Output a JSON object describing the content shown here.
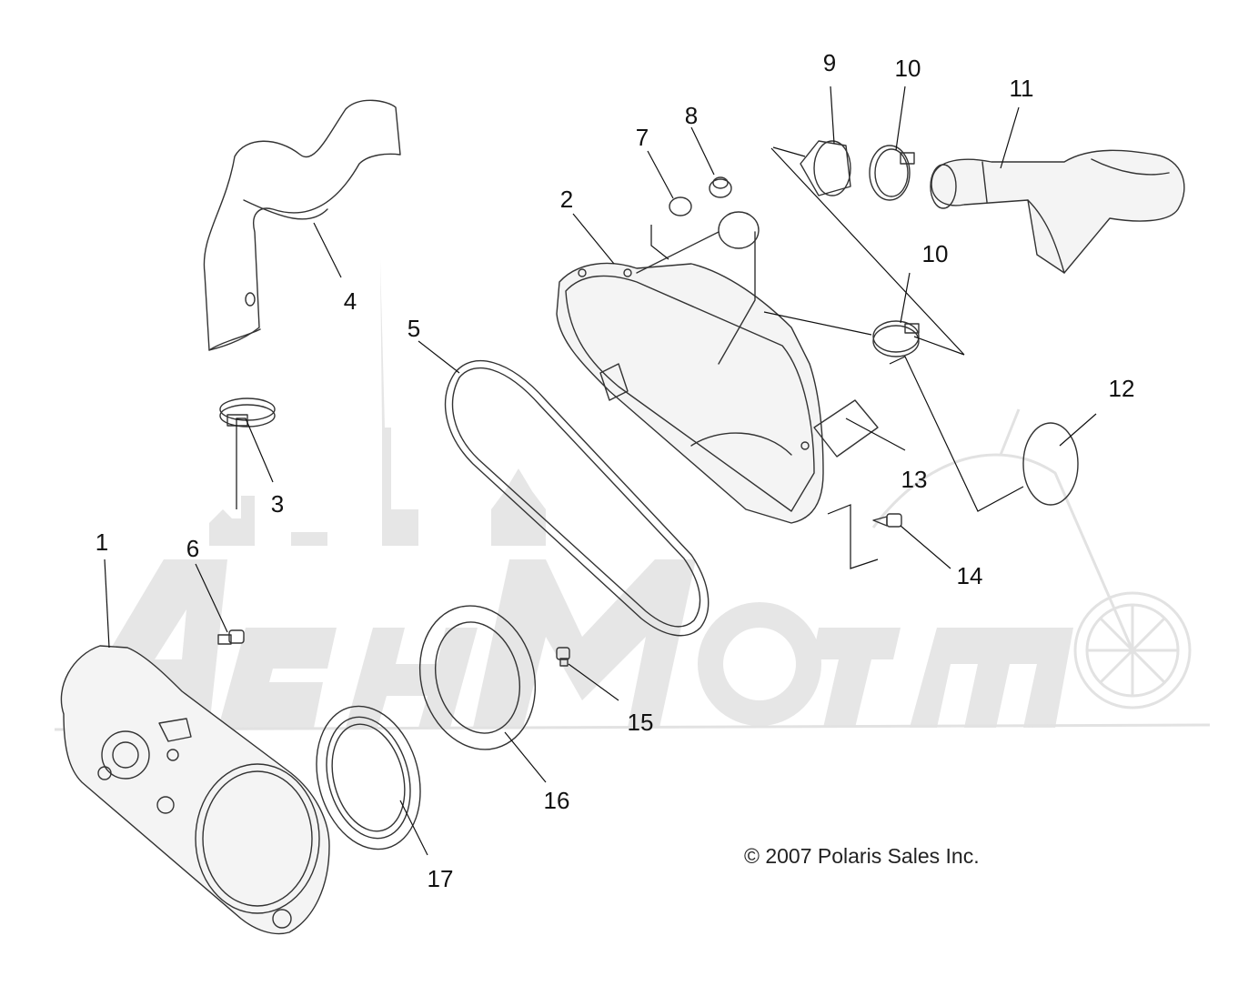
{
  "callouts": [
    {
      "id": "c1",
      "label": "1"
    },
    {
      "id": "c2",
      "label": "2"
    },
    {
      "id": "c3",
      "label": "3"
    },
    {
      "id": "c4",
      "label": "4"
    },
    {
      "id": "c5",
      "label": "5"
    },
    {
      "id": "c6",
      "label": "6"
    },
    {
      "id": "c7",
      "label": "7"
    },
    {
      "id": "c8",
      "label": "8"
    },
    {
      "id": "c9",
      "label": "9"
    },
    {
      "id": "c10a",
      "label": "10"
    },
    {
      "id": "c10b",
      "label": "10"
    },
    {
      "id": "c11",
      "label": "11"
    },
    {
      "id": "c12",
      "label": "12"
    },
    {
      "id": "c13",
      "label": "13"
    },
    {
      "id": "c14",
      "label": "14"
    },
    {
      "id": "c15",
      "label": "15"
    },
    {
      "id": "c16",
      "label": "16"
    },
    {
      "id": "c17",
      "label": "17"
    }
  ],
  "copyright": "© 2007 Polaris Sales Inc.",
  "watermark": "АвтоМото",
  "colors": {
    "line": "#333333",
    "watermark": "#e6e6e6",
    "background": "#ffffff"
  }
}
